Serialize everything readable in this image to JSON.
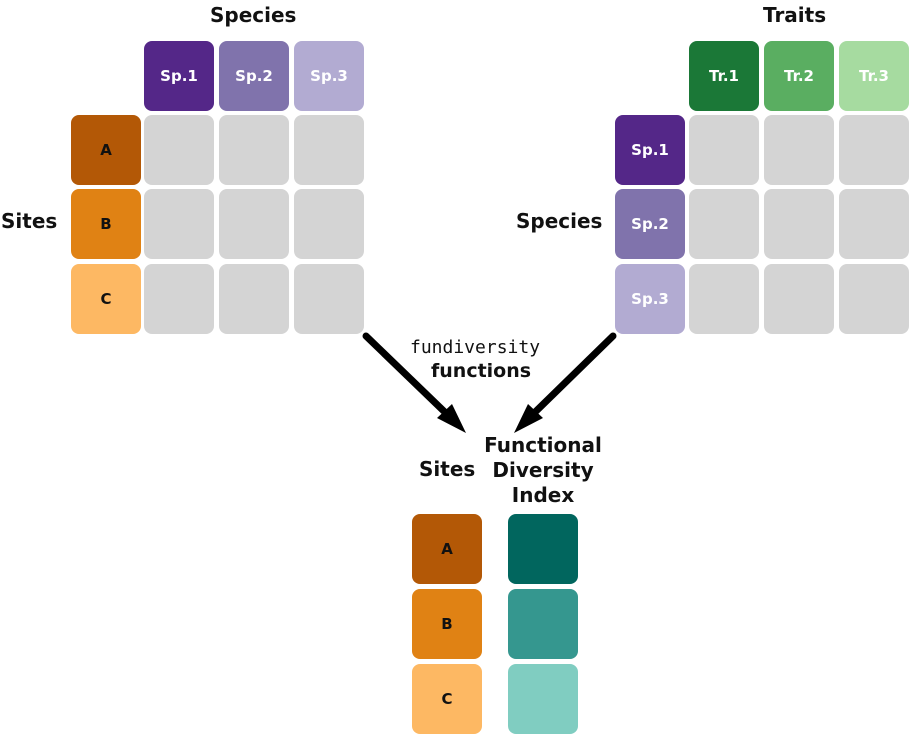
{
  "site_species_matrix": {
    "column_title": "Species",
    "row_title": "Sites",
    "columns": [
      {
        "label": "Sp.1",
        "color": "#542788",
        "text_color": "#ffffff"
      },
      {
        "label": "Sp.2",
        "color": "#8073ac",
        "text_color": "#ffffff"
      },
      {
        "label": "Sp.3",
        "color": "#b2abd2",
        "text_color": "#ffffff"
      }
    ],
    "rows": [
      {
        "label": "A",
        "color": "#b35806",
        "text_color": "#111111"
      },
      {
        "label": "B",
        "color": "#e08214",
        "text_color": "#111111"
      },
      {
        "label": "C",
        "color": "#fdb863",
        "text_color": "#111111"
      }
    ],
    "cell_color": "#d4d4d4"
  },
  "species_trait_matrix": {
    "column_title": "Traits",
    "row_title": "Species",
    "columns": [
      {
        "label": "Tr.1",
        "color": "#1b7837",
        "text_color": "#ffffff"
      },
      {
        "label": "Tr.2",
        "color": "#5aae61",
        "text_color": "#ffffff"
      },
      {
        "label": "Tr.3",
        "color": "#a6dba0",
        "text_color": "#ffffff"
      }
    ],
    "rows": [
      {
        "label": "Sp.1",
        "color": "#542788",
        "text_color": "#ffffff"
      },
      {
        "label": "Sp.2",
        "color": "#8073ac",
        "text_color": "#ffffff"
      },
      {
        "label": "Sp.3",
        "color": "#b2abd2",
        "text_color": "#ffffff"
      }
    ],
    "cell_color": "#d4d4d4"
  },
  "process": {
    "package_name": "fundiversity",
    "suffix": "functions"
  },
  "output": {
    "sites_title": "Sites",
    "index_title_lines": [
      "Functional",
      "Diversity",
      "Index"
    ],
    "sites": [
      {
        "label": "A",
        "color": "#b35806",
        "text_color": "#111111"
      },
      {
        "label": "B",
        "color": "#e08214",
        "text_color": "#111111"
      },
      {
        "label": "C",
        "color": "#fdb863",
        "text_color": "#111111"
      }
    ],
    "index_colors": [
      "#01665e",
      "#35978f",
      "#80cdc1"
    ]
  },
  "arrow_color": "#000000"
}
